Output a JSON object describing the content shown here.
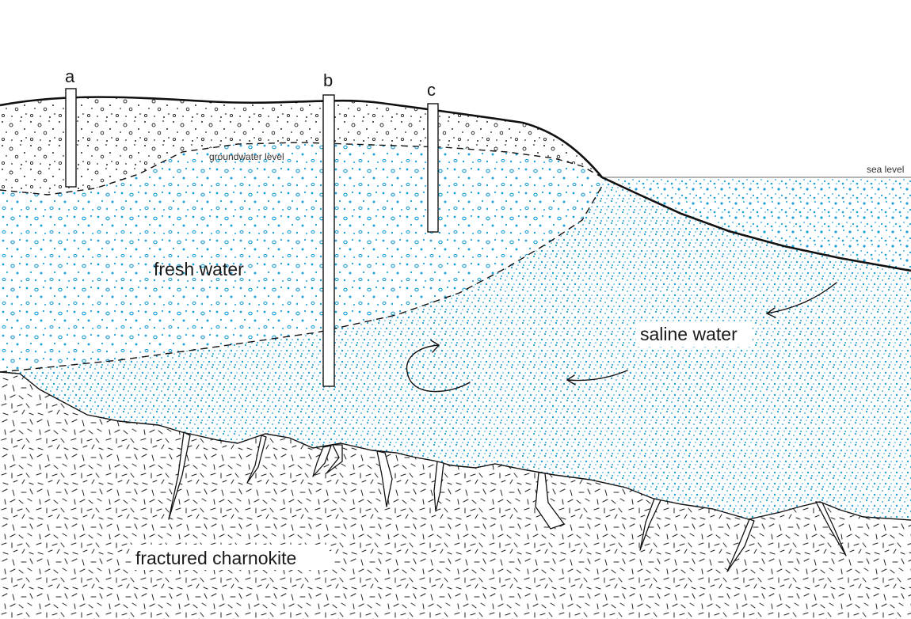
{
  "diagram": {
    "wells": [
      {
        "id": "a",
        "label": "a"
      },
      {
        "id": "b",
        "label": "b"
      },
      {
        "id": "c",
        "label": "c"
      }
    ],
    "labels": {
      "groundwater_level": "groundwater level",
      "sea_level": "sea level",
      "fresh_water": "fresh water",
      "saline_water": "saline water",
      "bedrock": "fractured charnokite"
    },
    "colors": {
      "water_dots": "#1e9fd6",
      "line": "#111111",
      "sea_level_line": "#888888",
      "background": "#ffffff"
    }
  }
}
